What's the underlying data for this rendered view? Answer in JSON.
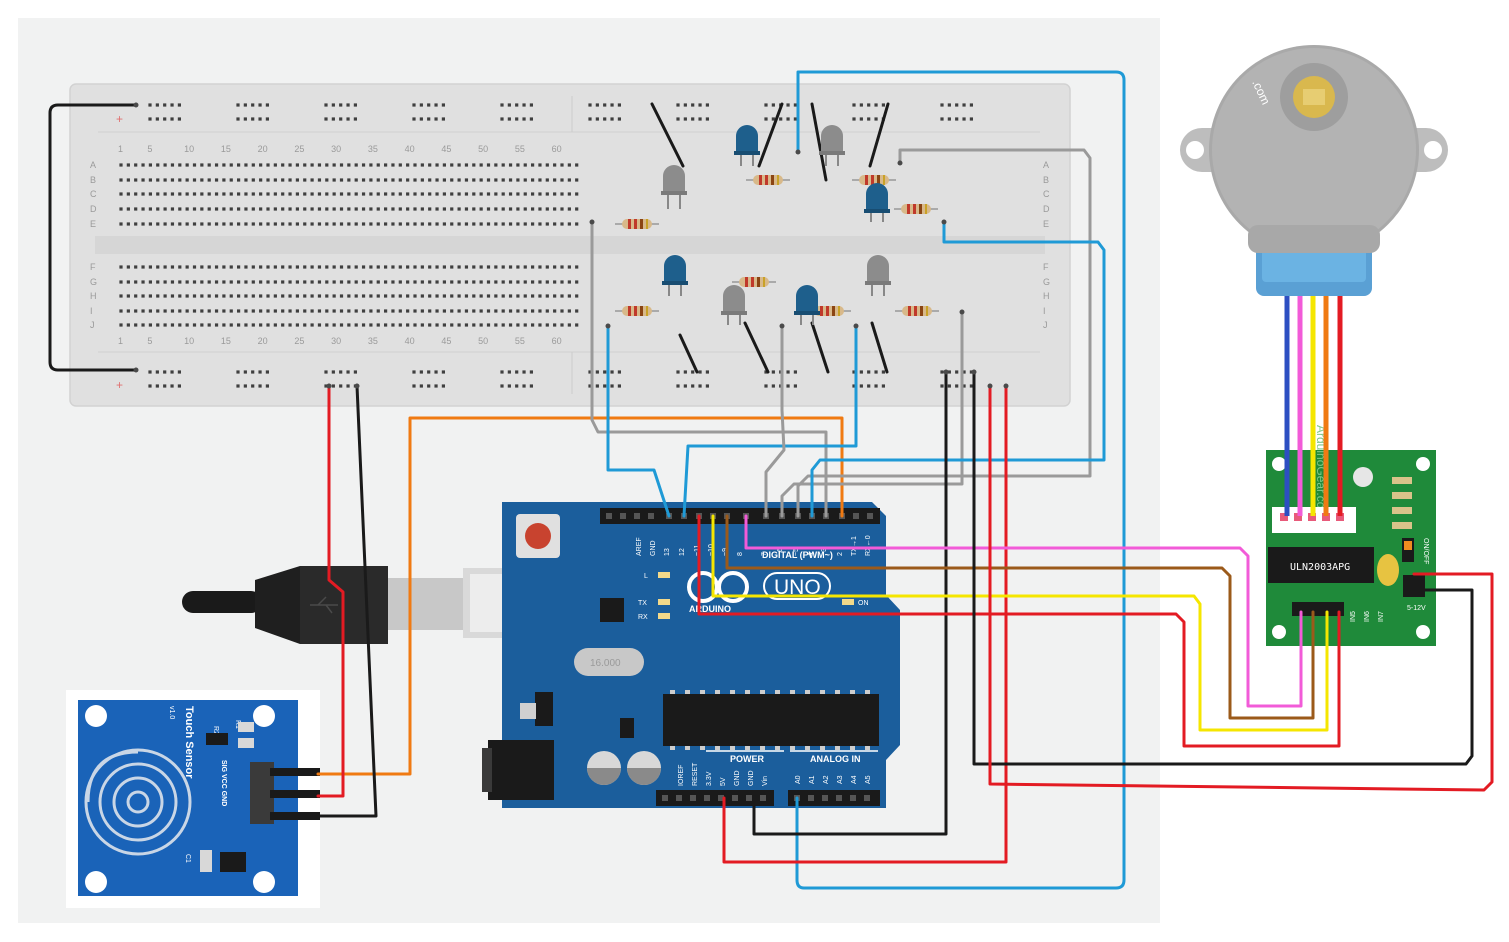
{
  "breadboard": {
    "rail_plus": "+",
    "row_labels_top": [
      "A",
      "B",
      "C",
      "D",
      "E"
    ],
    "row_labels_bottom": [
      "F",
      "G",
      "H",
      "I",
      "J"
    ],
    "column_numbers": [
      "1",
      "5",
      "10",
      "15",
      "20",
      "25",
      "30",
      "35",
      "40",
      "45",
      "50",
      "55",
      "60"
    ]
  },
  "arduino": {
    "logo": "ARDUINO",
    "model": "UNO",
    "digital_header_label": "DIGITAL (PWM~)",
    "digital_pins": [
      "AREF",
      "GND",
      "13",
      "12",
      "~11",
      "~10",
      "~9",
      "8",
      "7",
      "~6",
      "~5",
      "4",
      "~3",
      "2",
      "TX→1",
      "RX←0"
    ],
    "leds": [
      "L",
      "TX",
      "RX"
    ],
    "on_label": "ON",
    "power_label": "POWER",
    "analog_label": "ANALOG IN",
    "power_pins": [
      "IOREF",
      "RESET",
      "3.3V",
      "5V",
      "GND",
      "GND",
      "Vin"
    ],
    "analog_pins": [
      "A0",
      "A1",
      "A2",
      "A3",
      "A4",
      "A5"
    ],
    "crystal_label": "16.000"
  },
  "driver": {
    "chip_label": "ULN2003APG",
    "switch_label": "ON/OFF",
    "voltage_label": "5-12V",
    "input_labels": [
      "IN5",
      "IN6",
      "IN7"
    ],
    "silkscreen": "ArduinoGear.com"
  },
  "motor": {
    "brand": ".com"
  },
  "touch_sensor": {
    "title": "Touch Sensor",
    "version": "v1.0",
    "pin_labels": "SIG VCC GND",
    "components": [
      "R1",
      "R2",
      "C1"
    ]
  },
  "colors": {
    "wire_red": "#e31b23",
    "wire_black": "#1a1a1a",
    "wire_blue": "#1f9ad6",
    "wire_gray": "#9a9a9a",
    "wire_orange": "#f07a12",
    "wire_pink": "#f25bd8",
    "wire_brown": "#9b5a1a",
    "wire_yellow": "#f5e600",
    "arduino_blue": "#1b5e9c",
    "driver_green": "#1f8a3a",
    "sensor_blue": "#1a63b8",
    "led_blue": "#1e5f8c",
    "led_gray": "#8c8c8c"
  }
}
